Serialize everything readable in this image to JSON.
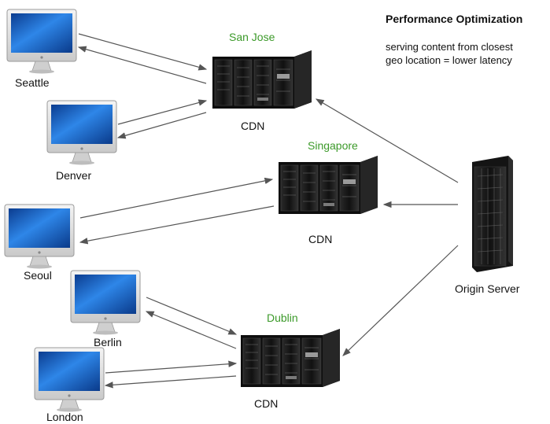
{
  "header": {
    "title": "Performance Optimization",
    "description_line1": "serving content from closest",
    "description_line2": "geo location = lower latency"
  },
  "clients": [
    {
      "name": "Seattle"
    },
    {
      "name": "Denver"
    },
    {
      "name": "Seoul"
    },
    {
      "name": "Berlin"
    },
    {
      "name": "London"
    }
  ],
  "cdn_nodes": [
    {
      "location": "San Jose",
      "label": "CDN"
    },
    {
      "location": "Singapore",
      "label": "CDN"
    },
    {
      "location": "Dublin",
      "label": "CDN"
    }
  ],
  "origin": {
    "label": "Origin Server"
  },
  "colors": {
    "location_label": "#3c9a2a",
    "screen_blue": "#1f6fd6",
    "rack_dark": "#1a1a1a",
    "arrow": "#555555"
  }
}
